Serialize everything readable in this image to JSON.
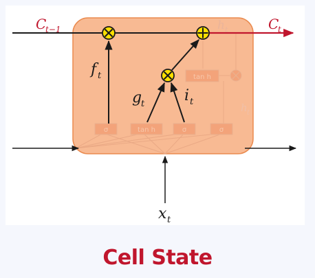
{
  "diagram": {
    "labels": {
      "c_prev": "C",
      "c_prev_sub": "t−1",
      "c_next": "C",
      "c_next_sub": "t",
      "f": "f",
      "f_sub": "t",
      "g": "g",
      "g_sub": "t",
      "i": "i",
      "i_sub": "t",
      "x": "x",
      "x_sub": "t",
      "h_top": "h",
      "h_top_sub": "t",
      "h_right": "h",
      "h_right_sub": "t"
    },
    "gates": {
      "sigma_1": "σ",
      "tanh_1": "tan h",
      "sigma_2": "σ",
      "sigma_3": "σ",
      "tanh_out": "tan h"
    },
    "icons": {
      "multiply": "multiply-icon",
      "add": "add-icon"
    },
    "colors": {
      "cell_fill": "#f7b184",
      "cell_stroke": "#ea8a4e",
      "cell_state_red": "#c0162d",
      "op_yellow": "#ffe000",
      "line": "#1a1a1a",
      "faded": "#e3a07a"
    }
  },
  "caption": "Cell State"
}
